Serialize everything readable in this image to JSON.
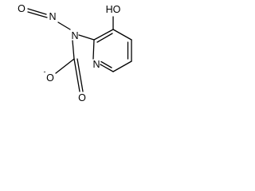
{
  "molecule": {
    "atoms": {
      "hydroxyl": "HO",
      "nitroso_oxygen": "O",
      "nitroso_nitrogen": "N",
      "amine_nitrogen": "N",
      "carboxylate_oxygen": "O",
      "carboxylate_charge": "-",
      "carbonyl_oxygen": "O",
      "pyridine_nitrogen": "N"
    }
  }
}
